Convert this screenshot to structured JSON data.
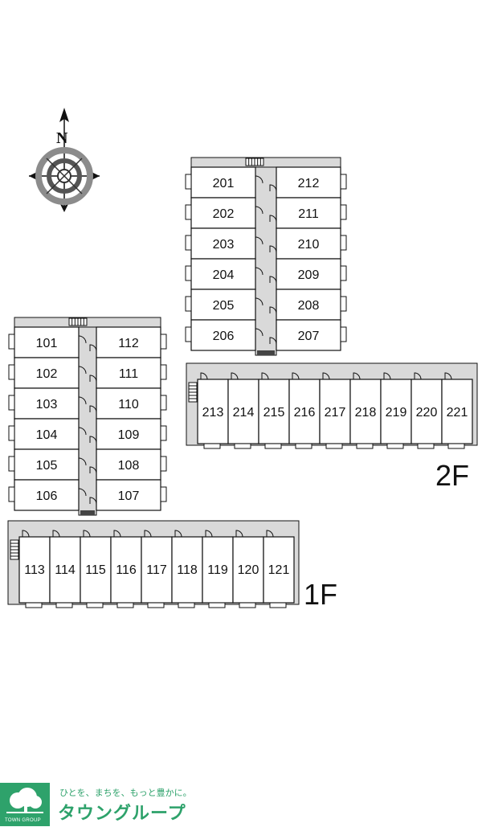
{
  "compass": {
    "north_label": "N"
  },
  "floors": [
    {
      "label": "2F",
      "wing_west": [
        "201",
        "202",
        "203",
        "204",
        "205",
        "206"
      ],
      "wing_east": [
        "212",
        "211",
        "210",
        "209",
        "208",
        "207"
      ],
      "row": [
        "213",
        "214",
        "215",
        "216",
        "217",
        "218",
        "219",
        "220",
        "221"
      ]
    },
    {
      "label": "1F",
      "wing_west": [
        "101",
        "102",
        "103",
        "104",
        "105",
        "106"
      ],
      "wing_east": [
        "112",
        "111",
        "110",
        "109",
        "108",
        "107"
      ],
      "row": [
        "113",
        "114",
        "115",
        "116",
        "117",
        "118",
        "119",
        "120",
        "121"
      ]
    }
  ],
  "footer": {
    "tagline": "ひとを、まちを、もっと豊かに。",
    "brand": "タウングループ",
    "logo_caption": "TOWN GROUP"
  },
  "colors": {
    "brand_green": "#2ea26b",
    "corridor_gray": "#d9d9d9",
    "line": "#111111"
  }
}
